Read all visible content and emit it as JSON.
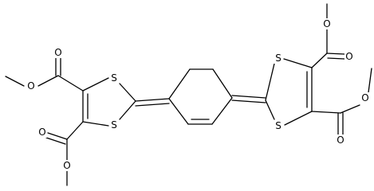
{
  "molecule": {
    "atoms": [
      {
        "id": "a1",
        "element": "O",
        "label": "O"
      },
      {
        "id": "a2",
        "element": "O",
        "label": "O"
      },
      {
        "id": "a3",
        "element": "S",
        "label": "S"
      },
      {
        "id": "a4",
        "element": "S",
        "label": "S"
      },
      {
        "id": "a5",
        "element": "O",
        "label": "O"
      },
      {
        "id": "a6",
        "element": "O",
        "label": "O"
      },
      {
        "id": "a7",
        "element": "O",
        "label": "O"
      },
      {
        "id": "a8",
        "element": "O",
        "label": "O"
      },
      {
        "id": "a9",
        "element": "S",
        "label": "S"
      },
      {
        "id": "a10",
        "element": "S",
        "label": "S"
      },
      {
        "id": "a11",
        "element": "O",
        "label": "O"
      },
      {
        "id": "a12",
        "element": "O",
        "label": "O"
      }
    ],
    "colors": {
      "bond": "#000000",
      "label": "#000000",
      "background": "#ffffff"
    }
  }
}
